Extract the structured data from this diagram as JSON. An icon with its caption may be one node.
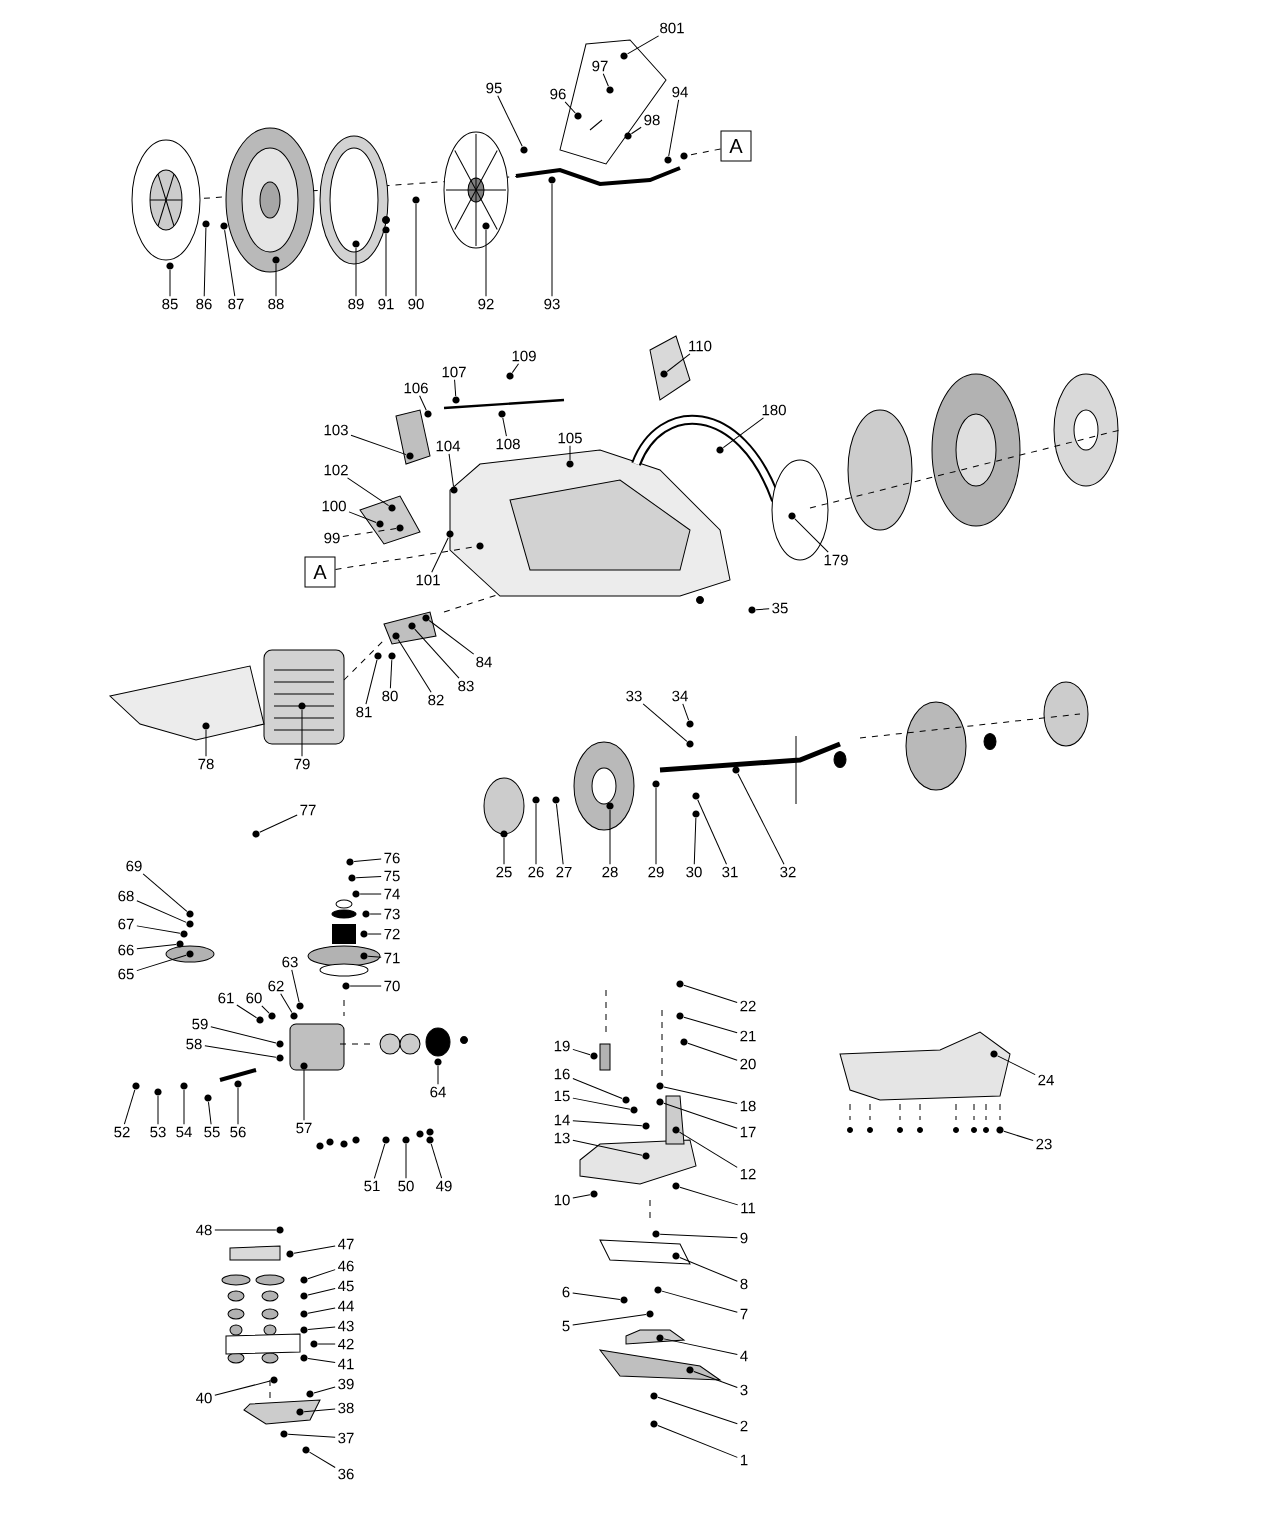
{
  "diagram": {
    "nodes": [
      {
        "text": [
          "801"
        ]
      },
      {
        "text": [
          "97"
        ]
      },
      {
        "text": [
          "95"
        ]
      },
      {
        "text": [
          "96"
        ]
      },
      {
        "text": [
          "94"
        ]
      },
      {
        "text": [
          "98"
        ]
      },
      {
        "text": [
          "A"
        ]
      },
      {
        "text": [
          "85"
        ]
      },
      {
        "text": [
          "86"
        ]
      },
      {
        "text": [
          "87"
        ]
      },
      {
        "text": [
          "88"
        ]
      },
      {
        "text": [
          "89"
        ]
      },
      {
        "text": [
          "91"
        ]
      },
      {
        "text": [
          "90"
        ]
      },
      {
        "text": [
          "92"
        ]
      },
      {
        "text": [
          "93"
        ]
      },
      {
        "text": [
          "110"
        ]
      },
      {
        "text": [
          "109"
        ]
      },
      {
        "text": [
          "107"
        ]
      },
      {
        "text": [
          "106"
        ]
      },
      {
        "text": [
          "180"
        ]
      },
      {
        "text": [
          "108"
        ]
      },
      {
        "text": [
          "103"
        ]
      },
      {
        "text": [
          "105"
        ]
      },
      {
        "text": [
          "104"
        ]
      },
      {
        "text": [
          "102"
        ]
      },
      {
        "text": [
          "100"
        ]
      },
      {
        "text": [
          "99"
        ]
      },
      {
        "text": [
          "179"
        ]
      },
      {
        "text": [
          "A"
        ]
      },
      {
        "text": [
          "101"
        ]
      },
      {
        "text": [
          "35"
        ]
      },
      {
        "text": [
          "84"
        ]
      },
      {
        "text": [
          "83"
        ]
      },
      {
        "text": [
          "33"
        ]
      },
      {
        "text": [
          "34"
        ]
      },
      {
        "text": [
          "82"
        ]
      },
      {
        "text": [
          "80"
        ]
      },
      {
        "text": [
          "81"
        ]
      },
      {
        "text": [
          "78"
        ]
      },
      {
        "text": [
          "79"
        ]
      },
      {
        "text": [
          "77"
        ]
      },
      {
        "text": [
          "76"
        ]
      },
      {
        "text": [
          "69"
        ]
      },
      {
        "text": [
          "25"
        ]
      },
      {
        "text": [
          "26"
        ]
      },
      {
        "text": [
          "27"
        ]
      },
      {
        "text": [
          "28"
        ]
      },
      {
        "text": [
          "29"
        ]
      },
      {
        "text": [
          "30"
        ]
      },
      {
        "text": [
          "31"
        ]
      },
      {
        "text": [
          "32"
        ]
      },
      {
        "text": [
          "75"
        ]
      },
      {
        "text": [
          "74"
        ]
      },
      {
        "text": [
          "68"
        ]
      },
      {
        "text": [
          "73"
        ]
      },
      {
        "text": [
          "67"
        ]
      },
      {
        "text": [
          "72"
        ]
      },
      {
        "text": [
          "66"
        ]
      },
      {
        "text": [
          "71"
        ]
      },
      {
        "text": [
          "63"
        ]
      },
      {
        "text": [
          "65"
        ]
      },
      {
        "text": [
          "62"
        ]
      },
      {
        "text": [
          "70"
        ]
      },
      {
        "text": [
          "61"
        ]
      },
      {
        "text": [
          "60"
        ]
      },
      {
        "text": [
          "22"
        ]
      },
      {
        "text": [
          "59"
        ]
      },
      {
        "text": [
          "21"
        ]
      },
      {
        "text": [
          "58"
        ]
      },
      {
        "text": [
          "19"
        ]
      },
      {
        "text": [
          "24"
        ]
      },
      {
        "text": [
          "20"
        ]
      },
      {
        "text": [
          "16"
        ]
      },
      {
        "text": [
          "64"
        ]
      },
      {
        "text": [
          "15"
        ]
      },
      {
        "text": [
          "18"
        ]
      },
      {
        "text": [
          "14"
        ]
      },
      {
        "text": [
          "57"
        ]
      },
      {
        "text": [
          "52"
        ]
      },
      {
        "text": [
          "53"
        ]
      },
      {
        "text": [
          "54"
        ]
      },
      {
        "text": [
          "55"
        ]
      },
      {
        "text": [
          "56"
        ]
      },
      {
        "text": [
          "17"
        ]
      },
      {
        "text": [
          "13"
        ]
      },
      {
        "text": [
          "23"
        ]
      },
      {
        "text": [
          "12"
        ]
      },
      {
        "text": [
          "51"
        ]
      },
      {
        "text": [
          "50"
        ]
      },
      {
        "text": [
          "49"
        ]
      },
      {
        "text": [
          "10"
        ]
      },
      {
        "text": [
          "11"
        ]
      },
      {
        "text": [
          "48"
        ]
      },
      {
        "text": [
          "9"
        ]
      },
      {
        "text": [
          "47"
        ]
      },
      {
        "text": [
          "46"
        ]
      },
      {
        "text": [
          "8"
        ]
      },
      {
        "text": [
          "45"
        ]
      },
      {
        "text": [
          "6"
        ]
      },
      {
        "text": [
          "44"
        ]
      },
      {
        "text": [
          "7"
        ]
      },
      {
        "text": [
          "43"
        ]
      },
      {
        "text": [
          "5"
        ]
      },
      {
        "text": [
          "42"
        ]
      },
      {
        "text": [
          "4"
        ]
      },
      {
        "text": [
          "41"
        ]
      },
      {
        "text": [
          "39"
        ]
      },
      {
        "text": [
          "3"
        ]
      },
      {
        "text": [
          "40"
        ]
      },
      {
        "text": [
          "38"
        ]
      },
      {
        "text": [
          "2"
        ]
      },
      {
        "text": [
          "37"
        ]
      },
      {
        "text": [
          "1"
        ]
      },
      {
        "text": [
          "36"
        ]
      },
      {
        "text": [],
        "shape": "circle"
      },
      {
        "text": [],
        "shape": "circle"
      },
      {
        "text": [],
        "shape": "circle"
      },
      {
        "text": [],
        "shape": "circle"
      },
      {
        "text": [],
        "shape": "circle"
      },
      {
        "text": [],
        "shape": "circle"
      },
      {
        "text": [],
        "shape": "circle"
      },
      {
        "text": [],
        "shape": "circle"
      },
      {
        "text": [],
        "shape": "circle"
      },
      {
        "text": [],
        "shape": "circle"
      },
      {
        "text": [],
        "shape": "circle"
      },
      {
        "text": [],
        "shape": "circle"
      },
      {
        "text": [],
        "shape": "circle"
      },
      {
        "text": [],
        "shape": "circle"
      },
      {
        "text": [],
        "shape": "circle"
      },
      {
        "text": [],
        "shape": "circle"
      },
      {
        "text": [],
        "shape": "circle"
      },
      {
        "text": [],
        "shape": "circle"
      },
      {
        "text": [],
        "shape": "circle"
      },
      {
        "text": [],
        "shape": "circle"
      },
      {
        "text": [],
        "shape": "circle"
      },
      {
        "text": [],
        "shape": "circle"
      },
      {
        "text": [],
        "shape": "circle"
      },
      {
        "text": [],
        "shape": "circle"
      },
      {
        "text": [],
        "shape": "circle"
      },
      {
        "text": [],
        "shape": "circle"
      },
      {
        "text": [],
        "shape": "circle"
      },
      {
        "text": [],
        "shape": "circle"
      },
      {
        "text": [],
        "shape": "circle"
      },
      {
        "text": [],
        "shape": "circle"
      },
      {
        "text": [],
        "shape": "circle"
      },
      {
        "text": [],
        "shape": "circle"
      },
      {
        "text": [],
        "shape": "circle"
      },
      {
        "text": [],
        "shape": "circle"
      },
      {
        "text": [],
        "shape": "circle"
      },
      {
        "text": [],
        "shape": "circle"
      },
      {
        "text": [],
        "shape": "circle"
      },
      {
        "text": [],
        "shape": "circle"
      },
      {
        "text": [],
        "shape": "circle"
      },
      {
        "text": [],
        "shape": "circle"
      },
      {
        "text": [],
        "shape": "circle"
      },
      {
        "text": [],
        "shape": "circle"
      },
      {
        "text": [],
        "shape": "circle"
      },
      {
        "text": [],
        "shape": "circle"
      },
      {
        "text": [],
        "shape": "circle"
      },
      {
        "text": [],
        "shape": "circle"
      },
      {
        "text": [],
        "shape": "circle"
      },
      {
        "text": [],
        "shape": "circle"
      },
      {
        "text": [],
        "shape": "circle"
      },
      {
        "text": [],
        "shape": "circle"
      },
      {
        "text": [],
        "shape": "circle"
      },
      {
        "text": [],
        "shape": "circle"
      },
      {
        "text": [],
        "shape": "circle"
      },
      {
        "text": [],
        "shape": "circle"
      },
      {
        "text": [],
        "shape": "circle"
      },
      {
        "text": [],
        "shape": "circle"
      },
      {
        "text": [],
        "shape": "circle"
      },
      {
        "text": [],
        "shape": "circle"
      },
      {
        "text": [],
        "shape": "circle"
      },
      {
        "text": [],
        "shape": "circle"
      },
      {
        "text": [],
        "shape": "circle"
      },
      {
        "text": [],
        "shape": "circle"
      },
      {
        "text": [],
        "shape": "circle"
      },
      {
        "text": [],
        "shape": "circle"
      },
      {
        "text": [],
        "shape": "circle"
      },
      {
        "text": [],
        "shape": "circle"
      },
      {
        "text": [],
        "shape": "circle"
      },
      {
        "text": [],
        "shape": "circle"
      },
      {
        "text": [],
        "shape": "circle"
      },
      {
        "text": [],
        "shape": "circle"
      },
      {
        "text": [],
        "shape": "circle"
      },
      {
        "text": [],
        "shape": "circle"
      },
      {
        "text": [],
        "shape": "circle"
      },
      {
        "text": [],
        "shape": "circle"
      },
      {
        "text": [],
        "shape": "circle"
      },
      {
        "text": [],
        "shape": "circle"
      },
      {
        "text": [],
        "shape": "circle"
      },
      {
        "text": [],
        "shape": "circle"
      },
      {
        "text": [],
        "shape": "circle"
      },
      {
        "text": [],
        "shape": "circle"
      },
      {
        "text": [],
        "shape": "circle"
      },
      {
        "text": [],
        "shape": "circle"
      },
      {
        "text": [],
        "shape": "circle"
      },
      {
        "text": [],
        "shape": "circle"
      },
      {
        "text": [],
        "shape": "circle"
      },
      {
        "text": [],
        "shape": "circle"
      },
      {
        "text": [],
        "shape": "circle"
      },
      {
        "text": [],
        "shape": "circle"
      },
      {
        "text": [],
        "shape": "circle"
      },
      {
        "text": [],
        "shape": "circle"
      },
      {
        "text": [],
        "shape": "circle"
      },
      {
        "text": [],
        "shape": "circle"
      },
      {
        "text": [],
        "shape": "circle"
      },
      {
        "text": [],
        "shape": "circle"
      },
      {
        "text": [],
        "shape": "circle"
      },
      {
        "text": [],
        "shape": "circle"
      },
      {
        "text": [],
        "shape": "circle"
      },
      {
        "text": [],
        "shape": "circle"
      },
      {
        "text": [],
        "shape": "circle"
      },
      {
        "text": [],
        "shape": "circle"
      },
      {
        "text": [],
        "shape": "circle"
      },
      {
        "text": [],
        "shape": "circle"
      },
      {
        "text": [],
        "shape": "circle"
      },
      {
        "text": [],
        "shape": "circle"
      },
      {
        "text": [],
        "shape": "circle"
      },
      {
        "text": [],
        "shape": "circle"
      },
      {
        "text": [],
        "shape": "circle"
      },
      {
        "text": [],
        "shape": "circle"
      },
      {
        "text": [],
        "shape": "circle"
      },
      {
        "text": [],
        "shape": "circle"
      },
      {
        "text": [],
        "shape": "circle"
      },
      {
        "text": [],
        "shape": "circle"
      },
      {
        "text": [],
        "shape": "circle"
      },
      {
        "text": [],
        "shape": "circle"
      },
      {
        "text": [],
        "shape": "circle"
      }
    ],
    "edges": [
      {
        "from": 0,
        "to": 115,
        "arrow": "none"
      },
      {
        "from": 1,
        "to": 116,
        "arrow": "none"
      },
      {
        "from": 2,
        "to": 117,
        "arrow": "none"
      },
      {
        "from": 3,
        "to": 118,
        "arrow": "none"
      },
      {
        "from": 4,
        "to": 119,
        "arrow": "none"
      },
      {
        "from": 5,
        "to": 120,
        "arrow": "none"
      },
      {
        "from": 6,
        "to": 121,
        "arrow": "none",
        "style": "dashed"
      },
      {
        "from": 7,
        "to": 122,
        "arrow": "none"
      },
      {
        "from": 8,
        "to": 123,
        "arrow": "none"
      },
      {
        "from": 9,
        "to": 124,
        "arrow": "none"
      },
      {
        "from": 10,
        "to": 125,
        "arrow": "none"
      },
      {
        "from": 11,
        "to": 126,
        "arrow": "none"
      },
      {
        "from": 12,
        "to": 127,
        "arrow": "none"
      },
      {
        "from": 13,
        "to": 128,
        "arrow": "none"
      },
      {
        "from": 14,
        "to": 129,
        "arrow": "none"
      },
      {
        "from": 15,
        "to": 130,
        "arrow": "none"
      },
      {
        "from": 16,
        "to": 131,
        "arrow": "none"
      },
      {
        "from": 17,
        "to": 132,
        "arrow": "none"
      },
      {
        "from": 18,
        "to": 133,
        "arrow": "none"
      },
      {
        "from": 19,
        "to": 134,
        "arrow": "none"
      },
      {
        "from": 20,
        "to": 135,
        "arrow": "none"
      },
      {
        "from": 21,
        "to": 136,
        "arrow": "none"
      },
      {
        "from": 22,
        "to": 137,
        "arrow": "none"
      },
      {
        "from": 23,
        "to": 138,
        "arrow": "none"
      },
      {
        "from": 24,
        "to": 139,
        "arrow": "none"
      },
      {
        "from": 25,
        "to": 140,
        "arrow": "none"
      },
      {
        "from": 26,
        "to": 141,
        "arrow": "none"
      },
      {
        "from": 27,
        "to": 142,
        "arrow": "none",
        "style": "dashed"
      },
      {
        "from": 28,
        "to": 143,
        "arrow": "none"
      },
      {
        "from": 29,
        "to": 144,
        "arrow": "none",
        "style": "dashed"
      },
      {
        "from": 30,
        "to": 145,
        "arrow": "none"
      },
      {
        "from": 31,
        "to": 146,
        "arrow": "none"
      },
      {
        "from": 32,
        "to": 147,
        "arrow": "none"
      },
      {
        "from": 33,
        "to": 148,
        "arrow": "none"
      },
      {
        "from": 34,
        "to": 149,
        "arrow": "none"
      },
      {
        "from": 35,
        "to": 150,
        "arrow": "none"
      },
      {
        "from": 36,
        "to": 151,
        "arrow": "none"
      },
      {
        "from": 37,
        "to": 152,
        "arrow": "none"
      },
      {
        "from": 38,
        "to": 153,
        "arrow": "none"
      },
      {
        "from": 39,
        "to": 154,
        "arrow": "none"
      },
      {
        "from": 40,
        "to": 155,
        "arrow": "none"
      },
      {
        "from": 41,
        "to": 156,
        "arrow": "none"
      },
      {
        "from": 42,
        "to": 157,
        "arrow": "none"
      },
      {
        "from": 43,
        "to": 158,
        "arrow": "none"
      },
      {
        "from": 44,
        "to": 159,
        "arrow": "none"
      },
      {
        "from": 45,
        "to": 160,
        "arrow": "none"
      },
      {
        "from": 46,
        "to": 161,
        "arrow": "none"
      },
      {
        "from": 47,
        "to": 162,
        "arrow": "none"
      },
      {
        "from": 48,
        "to": 163,
        "arrow": "none"
      },
      {
        "from": 49,
        "to": 164,
        "arrow": "none"
      },
      {
        "from": 50,
        "to": 165,
        "arrow": "none"
      },
      {
        "from": 51,
        "to": 166,
        "arrow": "none"
      },
      {
        "from": 52,
        "to": 167,
        "arrow": "none"
      },
      {
        "from": 53,
        "to": 168,
        "arrow": "none"
      },
      {
        "from": 54,
        "to": 169,
        "arrow": "none"
      },
      {
        "from": 55,
        "to": 170,
        "arrow": "none"
      },
      {
        "from": 56,
        "to": 171,
        "arrow": "none"
      },
      {
        "from": 57,
        "to": 172,
        "arrow": "none"
      },
      {
        "from": 58,
        "to": 173,
        "arrow": "none"
      },
      {
        "from": 59,
        "to": 174,
        "arrow": "none"
      },
      {
        "from": 60,
        "to": 175,
        "arrow": "none"
      },
      {
        "from": 61,
        "to": 176,
        "arrow": "none"
      },
      {
        "from": 62,
        "to": 177,
        "arrow": "none"
      },
      {
        "from": 63,
        "to": 178,
        "arrow": "none"
      },
      {
        "from": 64,
        "to": 179,
        "arrow": "none"
      },
      {
        "from": 65,
        "to": 180,
        "arrow": "none"
      },
      {
        "from": 66,
        "to": 181,
        "arrow": "none"
      },
      {
        "from": 67,
        "to": 182,
        "arrow": "none"
      },
      {
        "from": 68,
        "to": 183,
        "arrow": "none"
      },
      {
        "from": 69,
        "to": 184,
        "arrow": "none"
      },
      {
        "from": 70,
        "to": 185,
        "arrow": "none"
      },
      {
        "from": 71,
        "to": 186,
        "arrow": "none"
      },
      {
        "from": 72,
        "to": 187,
        "arrow": "none"
      },
      {
        "from": 73,
        "to": 188,
        "arrow": "none"
      },
      {
        "from": 74,
        "to": 189,
        "arrow": "none"
      },
      {
        "from": 75,
        "to": 190,
        "arrow": "none"
      },
      {
        "from": 76,
        "to": 191,
        "arrow": "none"
      },
      {
        "from": 77,
        "to": 192,
        "arrow": "none"
      },
      {
        "from": 78,
        "to": 193,
        "arrow": "none"
      },
      {
        "from": 79,
        "to": 194,
        "arrow": "none"
      },
      {
        "from": 80,
        "to": 195,
        "arrow": "none"
      },
      {
        "from": 81,
        "to": 196,
        "arrow": "none"
      },
      {
        "from": 82,
        "to": 197,
        "arrow": "none"
      },
      {
        "from": 83,
        "to": 198,
        "arrow": "none"
      },
      {
        "from": 84,
        "to": 199,
        "arrow": "none"
      },
      {
        "from": 85,
        "to": 200,
        "arrow": "none"
      },
      {
        "from": 86,
        "to": 201,
        "arrow": "none"
      },
      {
        "from": 87,
        "to": 202,
        "arrow": "none"
      },
      {
        "from": 88,
        "to": 203,
        "arrow": "none"
      },
      {
        "from": 89,
        "to": 204,
        "arrow": "none"
      },
      {
        "from": 90,
        "to": 205,
        "arrow": "none"
      },
      {
        "from": 91,
        "to": 206,
        "arrow": "none"
      },
      {
        "from": 92,
        "to": 207,
        "arrow": "none"
      },
      {
        "from": 93,
        "to": 208,
        "arrow": "none"
      },
      {
        "from": 94,
        "to": 209,
        "arrow": "none"
      },
      {
        "from": 95,
        "to": 210,
        "arrow": "none"
      },
      {
        "from": 96,
        "to": 211,
        "arrow": "none"
      },
      {
        "from": 97,
        "to": 212,
        "arrow": "none"
      },
      {
        "from": 98,
        "to": 213,
        "arrow": "none"
      },
      {
        "from": 99,
        "to": 214,
        "arrow": "none"
      },
      {
        "from": 100,
        "to": 215,
        "arrow": "none"
      },
      {
        "from": 101,
        "to": 216,
        "arrow": "none"
      },
      {
        "from": 102,
        "to": 217,
        "arrow": "none"
      },
      {
        "from": 103,
        "to": 218,
        "arrow": "none"
      },
      {
        "from": 104,
        "to": 219,
        "arrow": "none"
      },
      {
        "from": 105,
        "to": 220,
        "arrow": "none"
      },
      {
        "from": 106,
        "to": 221,
        "arrow": "none"
      },
      {
        "from": 107,
        "to": 222,
        "arrow": "none"
      },
      {
        "from": 108,
        "to": 223,
        "arrow": "none"
      },
      {
        "from": 109,
        "to": 224,
        "arrow": "none"
      },
      {
        "from": 110,
        "to": 225,
        "arrow": "none"
      },
      {
        "from": 111,
        "to": 226,
        "arrow": "none"
      },
      {
        "from": 112,
        "to": 227,
        "arrow": "none"
      },
      {
        "from": 113,
        "to": 228,
        "arrow": "none"
      },
      {
        "from": 114,
        "to": 229,
        "arrow": "none"
      }
    ]
  }
}
